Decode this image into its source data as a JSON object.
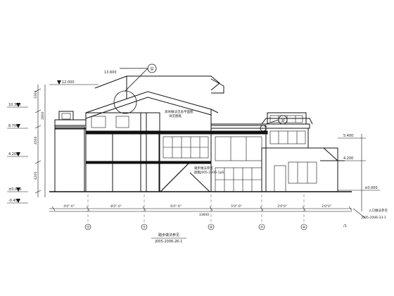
{
  "drawing": {
    "background": "#ffffff",
    "line_color": "#111111",
    "level_labels": [
      {
        "name": "roof-top",
        "text": "13.600"
      },
      {
        "name": "upper-roof",
        "text": "12.000"
      },
      {
        "name": "left-ridge",
        "text": "10.300"
      },
      {
        "name": "third-floor",
        "text": "8.700"
      },
      {
        "name": "second-floor",
        "text": "4.200"
      },
      {
        "name": "ground",
        "text": "±0.000"
      },
      {
        "name": "grade",
        "text": "-0.450"
      },
      {
        "name": "right-eave",
        "text": "5.400"
      },
      {
        "name": "right-canopy",
        "text": "4.200"
      },
      {
        "name": "right-ground",
        "text": "±0.000"
      }
    ],
    "height_dims": [
      "3300",
      "4500",
      "4200",
      "2800"
    ],
    "bottom_dims": [
      "4'0\"-0\"",
      "8'0\"-0\"",
      "6'0\"-0\"",
      "5'0\"-0\"",
      "3'0\"0\"",
      "3'0\"0\""
    ],
    "overall_dim": "33600",
    "axis_labels": [
      "⑬",
      "⑪",
      "⑨",
      "⑦",
      "④"
    ],
    "detail_markers": [
      "①",
      "②"
    ],
    "notes": {
      "atrium_note": "具体做法见总平面图",
      "atrium_note_2": "详见图纸",
      "floor_note": "踏步做法参见",
      "floor_note_ref": "图集J005-2006-1p6",
      "ref_title": "踏步做法参见",
      "ref_code": "J005-2006-26-1",
      "right_note": "入口做法参见",
      "right_ref": "J005-2006-33-1"
    },
    "sheet_tag": "/1"
  }
}
